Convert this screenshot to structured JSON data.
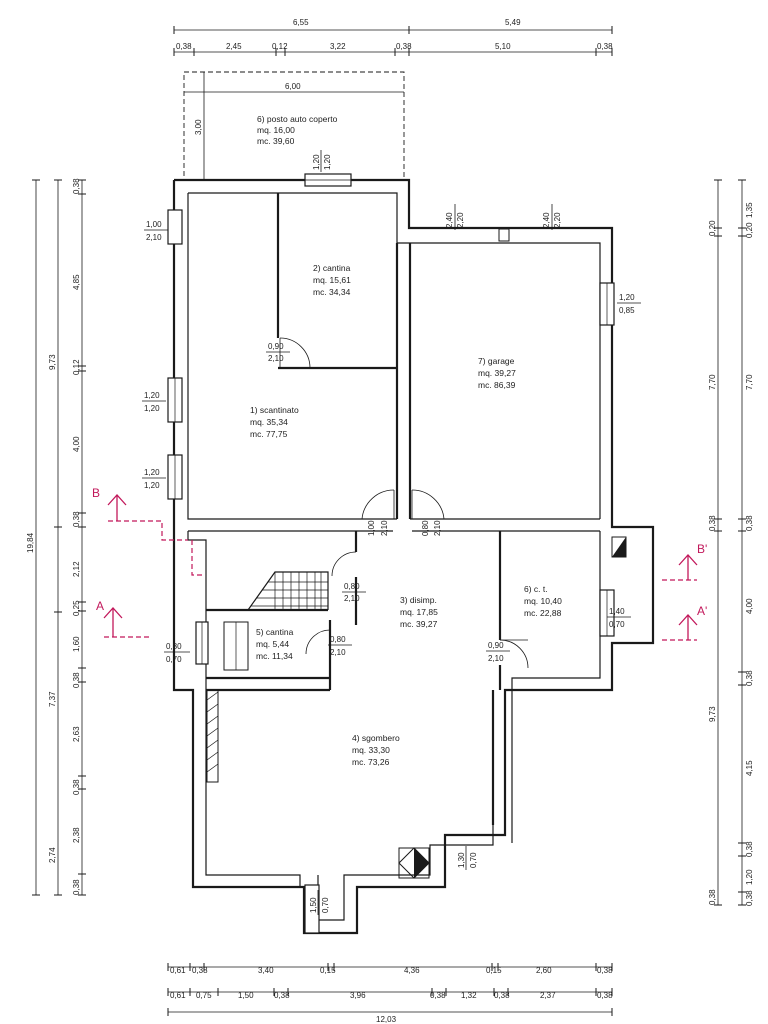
{
  "rooms": {
    "posto_auto": {
      "name": "6) posto auto coperto",
      "mq": "mq. 16,00",
      "mc": "mc. 39,60",
      "width": "6,00",
      "depth": "3,00"
    },
    "cantina2": {
      "name": "2) cantina",
      "mq": "mq. 15,61",
      "mc": "mc. 34,34"
    },
    "scantinato": {
      "name": "1) scantinato",
      "mq": "mq. 35,34",
      "mc": "mc. 77,75"
    },
    "garage": {
      "name": "7) garage",
      "mq": "mq. 39,27",
      "mc": "mc. 86,39"
    },
    "disimp": {
      "name": "3) disimp.",
      "mq": "mq. 17,85",
      "mc": "mc. 39,27"
    },
    "cantina5": {
      "name": "5) cantina",
      "mq": "mq.  5,44",
      "mc": "mc. 11,34"
    },
    "ct": {
      "name": "6) c. t.",
      "mq": "mq. 10,40",
      "mc": "mc. 22,88"
    },
    "sgombero": {
      "name": "4) sgombero",
      "mq": "mq. 33,30",
      "mc": "mc. 73,26"
    }
  },
  "openings": {
    "o1": {
      "w": "1,00",
      "h": "2,10"
    },
    "o2": {
      "w": "1,20",
      "h": "1,20"
    },
    "o3": {
      "w": "0,90",
      "h": "2,10"
    },
    "o4": {
      "w": "1,20",
      "h": "1,20"
    },
    "o5": {
      "w": "1,20",
      "h": "1,20"
    },
    "o6": {
      "w": "2,40",
      "h": "2,20"
    },
    "o7": {
      "w": "2,40",
      "h": "2,20"
    },
    "o8": {
      "w": "1,20",
      "h": "0,85"
    },
    "o9": {
      "w": "1,00",
      "h": "2,10"
    },
    "o10": {
      "w": "0,80",
      "h": "2,10"
    },
    "o11": {
      "w": "0,80",
      "h": "2,10"
    },
    "o12": {
      "w": "0,80",
      "h": "0,70"
    },
    "o13": {
      "w": "0,80",
      "h": "2,10"
    },
    "o14": {
      "w": "0,90",
      "h": "2,10"
    },
    "o15": {
      "w": "1,40",
      "h": "0,70"
    },
    "o16": {
      "w": "1,30",
      "h": "0,70"
    },
    "o17": {
      "w": "1,50",
      "h": "0,70"
    }
  },
  "sections": {
    "a": "A",
    "a2": "A'",
    "b": "B",
    "b2": "B'"
  },
  "dims": {
    "top_total_left": "6,55",
    "top_total_right": "5,49",
    "top_parts": [
      "0,38",
      "2,45",
      "0,12",
      "3,22",
      "0,38",
      "5,10",
      "0,38"
    ],
    "left_outer": "19,84",
    "left_mid_top": "9,73",
    "left_mid_bottom": "7,37",
    "left_inner": [
      "0,38",
      "4,85",
      "0,12",
      "4,00",
      "0,38",
      "2,12",
      "0,25",
      "1,60",
      "0,38",
      "2,63",
      "0,38",
      "2,38",
      "0,38"
    ],
    "left_inner_bottom": "2,74",
    "right_outer_top": "7,70",
    "right_outer_bottom": "9,73",
    "right_a": [
      "1,35",
      "0,20",
      "7,70",
      "0,38",
      "4,00",
      "0,38",
      "4,15",
      "0,38",
      "1,20",
      "0,38"
    ],
    "bottom_row1": [
      "0,61",
      "0,38",
      "3,40",
      "0,15",
      "4,36",
      "0,15",
      "2,60",
      "0,38"
    ],
    "bottom_row2": [
      "0,61",
      "0,75",
      "1,50",
      "0,38",
      "3,96",
      "0,38",
      "1,32",
      "0,38",
      "2,37",
      "0,38"
    ],
    "bottom_total": "12,03"
  }
}
